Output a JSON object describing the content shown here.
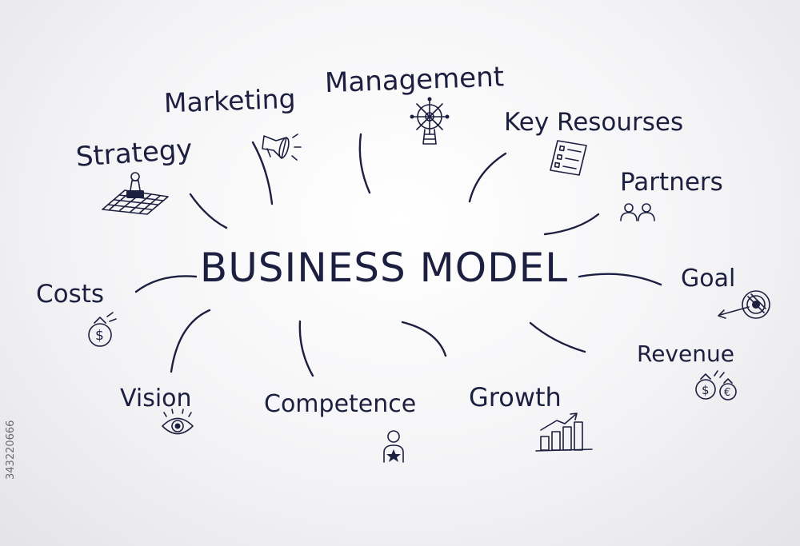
{
  "diagram": {
    "center": "BUSINESS MODEL",
    "nodes": [
      {
        "id": "strategy",
        "label": "Strategy",
        "icon": "chess-board-icon"
      },
      {
        "id": "marketing",
        "label": "Marketing",
        "icon": "megaphone-icon"
      },
      {
        "id": "management",
        "label": "Management",
        "icon": "ship-wheel-icon"
      },
      {
        "id": "key-resources",
        "label": "Key Resourses",
        "icon": "checklist-icon"
      },
      {
        "id": "partners",
        "label": "Partners",
        "icon": "people-icon"
      },
      {
        "id": "goal",
        "label": "Goal",
        "icon": "target-arrow-icon"
      },
      {
        "id": "revenue",
        "label": "Revenue",
        "icon": "money-bags-icon"
      },
      {
        "id": "growth",
        "label": "Growth",
        "icon": "growth-chart-icon"
      },
      {
        "id": "competence",
        "label": "Competence",
        "icon": "person-star-icon"
      },
      {
        "id": "vision",
        "label": "Vision",
        "icon": "eye-icon"
      },
      {
        "id": "costs",
        "label": "Costs",
        "icon": "dollar-bag-icon"
      }
    ],
    "ink_color": "#1c1f3f"
  },
  "stock_id": "343220666"
}
